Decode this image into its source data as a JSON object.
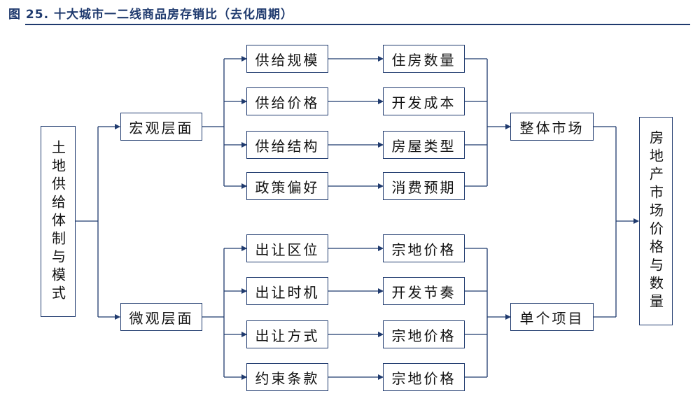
{
  "title": "图 25. 十大城市一二线商品房存销比（去化周期）",
  "nodes": {
    "root": "土地供给体制与模式",
    "macro": "宏观层面",
    "micro": "微观层面",
    "s1": "供给规模",
    "s2": "供给价格",
    "s3": "供给结构",
    "s4": "政策偏好",
    "m1": "出让区位",
    "m2": "出让时机",
    "m3": "出让方式",
    "m4": "约束条款",
    "r1": "住房数量",
    "r2": "开发成本",
    "r3": "房屋类型",
    "r4": "消费预期",
    "q1": "宗地价格",
    "q2": "开发节奏",
    "q3": "宗地价格",
    "q4": "宗地价格",
    "overall": "整体市场",
    "single": "单个项目",
    "final": "房地产市场价格与数量"
  }
}
